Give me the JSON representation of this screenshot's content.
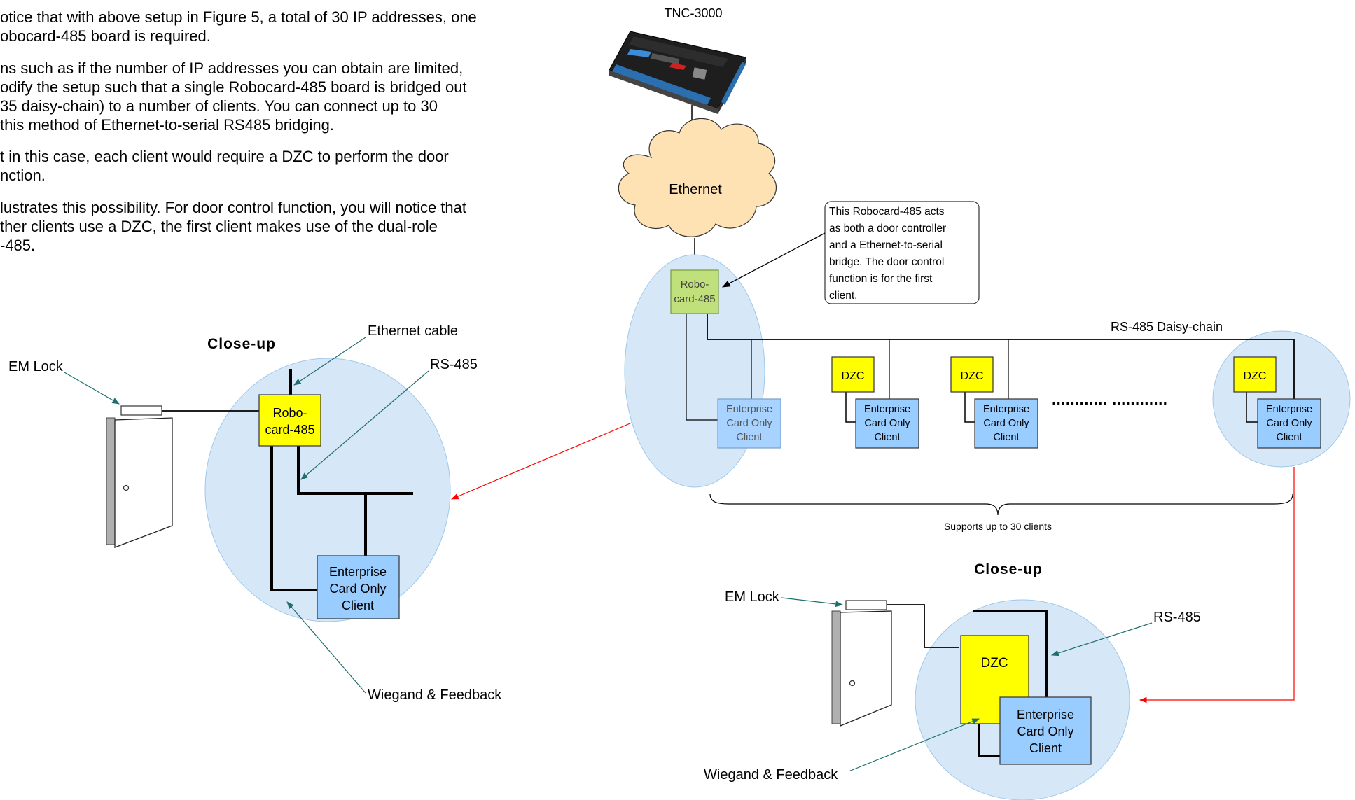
{
  "text": {
    "p1": [
      "otice that with above setup in Figure 5, a total of 30 IP addresses, one",
      "obocard-485 board is required."
    ],
    "p2": [
      "ns such as if the number of IP addresses you can obtain are limited,",
      "odify the setup such that a single Robocard-485 board is bridged out",
      "35 daisy-chain) to a number of clients. You can connect up to 30",
      "this method of Ethernet-to-serial RS485 bridging."
    ],
    "p3": [
      "t in this case, each client would require a DZC to perform the door",
      "nction."
    ],
    "p4": [
      "lustrates this possibility. For door control function, you will notice that",
      "ther clients use a DZC, the first client makes use of the dual-role",
      "-485."
    ]
  },
  "main": {
    "tnc_label": "TNC-3000",
    "ethernet_label": "Ethernet",
    "robocard": [
      "Robo-",
      "card-485"
    ],
    "callout": [
      "This Robocard-485 acts",
      "as both a door controller",
      "and a Ethernet-to-serial",
      "bridge. The door control",
      "function is for the first",
      "client."
    ],
    "daisy_label": "RS-485 Daisy-chain",
    "dzc_label": "DZC",
    "client_lines": [
      "Enterprise",
      "Card Only",
      "Client"
    ],
    "ellipsis": "............  ............",
    "brace_label": "Supports up to 30 clients"
  },
  "closeup_left": {
    "title": "Close-up",
    "em_lock": "EM Lock",
    "ethernet_cable": "Ethernet cable",
    "rs485": "RS-485",
    "robocard": [
      "Robo-",
      "card-485"
    ],
    "client_lines": [
      "Enterprise",
      "Card Only",
      "Client"
    ],
    "wiegand": "Wiegand & Feedback"
  },
  "closeup_right": {
    "title": "Close-up",
    "em_lock": "EM Lock",
    "rs485": "RS-485",
    "dzc": "DZC",
    "client_lines": [
      "Enterprise",
      "Card Only",
      "Client"
    ],
    "wiegand": "Wiegand & Feedback"
  },
  "colors": {
    "halo": "#d6e8f8",
    "halo_stroke": "#9ec8ea",
    "yellow": "#ffff00",
    "green": "#bfe07a",
    "client_blue": "#99ccff",
    "cloud": "#ffe2b3",
    "red": "#ff0000",
    "teal": "#2f7d7d"
  }
}
